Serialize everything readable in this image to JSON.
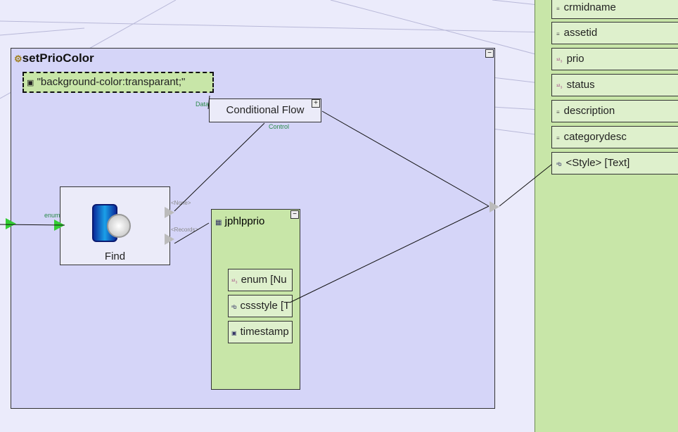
{
  "group": {
    "title": "setPrioColor",
    "collapse_label": "−"
  },
  "constant": {
    "value": "\"background-color:transparant;\""
  },
  "conditional_flow": {
    "label": "Conditional Flow",
    "expand_label": "+",
    "data_port": "Data",
    "control_port": "Control"
  },
  "find": {
    "label": "Find",
    "input_port": "enum",
    "outputs": [
      "<None>",
      "<Records>"
    ]
  },
  "entity": {
    "title": "jphlpprio",
    "collapse_label": "−",
    "fields": [
      {
        "label": "enum [Nu",
        "icon": "number-icon",
        "icon_text": "¹²₃"
      },
      {
        "label": "cssstyle [T",
        "icon": "text-icon",
        "icon_text": "ᵃb"
      },
      {
        "label": "timestamp",
        "icon": "timestamp-icon",
        "icon_text": "▣"
      }
    ]
  },
  "output_panel": {
    "fields": [
      {
        "label": "crmidname",
        "icon": "string-icon",
        "icon_text": "≡"
      },
      {
        "label": "assetid",
        "icon": "string-icon",
        "icon_text": "≡"
      },
      {
        "label": "prio",
        "icon": "number-icon",
        "icon_text": "¹²₃"
      },
      {
        "label": "status",
        "icon": "number-icon",
        "icon_text": "¹²₃"
      },
      {
        "label": "description",
        "icon": "string-icon",
        "icon_text": "≡"
      },
      {
        "label": "categorydesc",
        "icon": "string-icon",
        "icon_text": "≡"
      },
      {
        "label": "<Style> [Text]",
        "icon": "text-icon",
        "icon_text": "ᵃb"
      }
    ]
  }
}
